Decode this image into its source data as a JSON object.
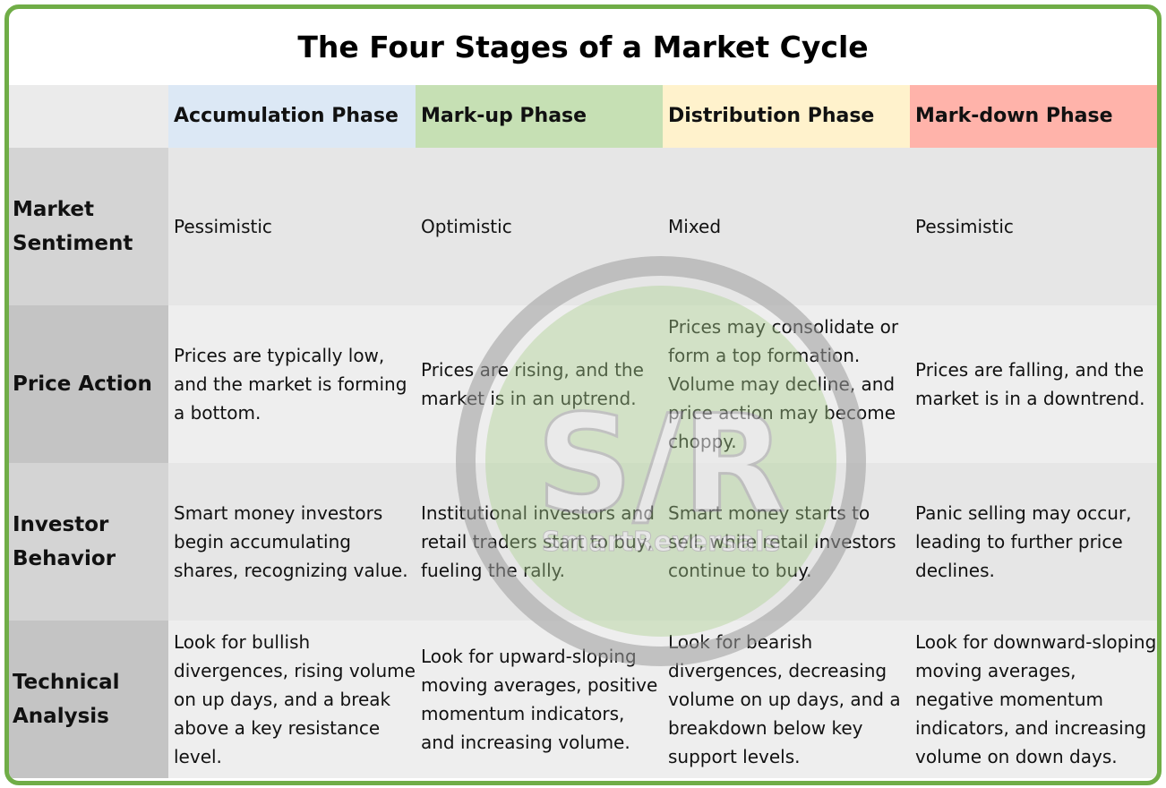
{
  "title": "The Four Stages of a Market Cycle",
  "watermark": {
    "monogram": "S/R",
    "wordmark": "SmartReversals",
    "color_ring": "#9e9e9e",
    "color_fill": "#a9cf8e"
  },
  "colors": {
    "border": "#70ad47",
    "accumulation": "#dce8f5",
    "markup": "#c6e0b4",
    "distribution": "#fff2cc",
    "markdown": "#ffb3aa"
  },
  "table": {
    "columns": [
      "Accumulation Phase",
      "Mark-up Phase",
      "Distribution Phase",
      "Mark-down Phase"
    ],
    "rows": [
      {
        "label": "Market Sentiment",
        "cells": [
          "Pessimistic",
          "Optimistic",
          "Mixed",
          "Pessimistic"
        ]
      },
      {
        "label": "Price Action",
        "cells": [
          "Prices are typically low, and the market is forming a bottom.",
          "Prices are rising, and the market is in an uptrend.",
          "Prices may consolidate or form a top formation. Volume may decline, and price action may become choppy.",
          "Prices are falling, and the market is in a downtrend."
        ]
      },
      {
        "label": "Investor Behavior",
        "cells": [
          "Smart money investors begin accumulating shares, recognizing value.",
          "Institutional investors and retail traders start to buy, fueling the rally.",
          "Smart money starts to sell, while retail investors continue to buy.",
          "Panic selling may occur, leading to further price declines."
        ]
      },
      {
        "label": "Technical Analysis",
        "cells": [
          "Look for bullish divergences, rising volume on up days, and a break above a key resistance level.",
          "Look for upward-sloping moving averages, positive momentum indicators, and increasing volume.",
          "Look for bearish divergences, decreasing volume on up days, and a breakdown below key support levels.",
          "Look for downward-sloping moving averages, negative momentum indicators, and increasing volume on down days."
        ]
      }
    ]
  }
}
